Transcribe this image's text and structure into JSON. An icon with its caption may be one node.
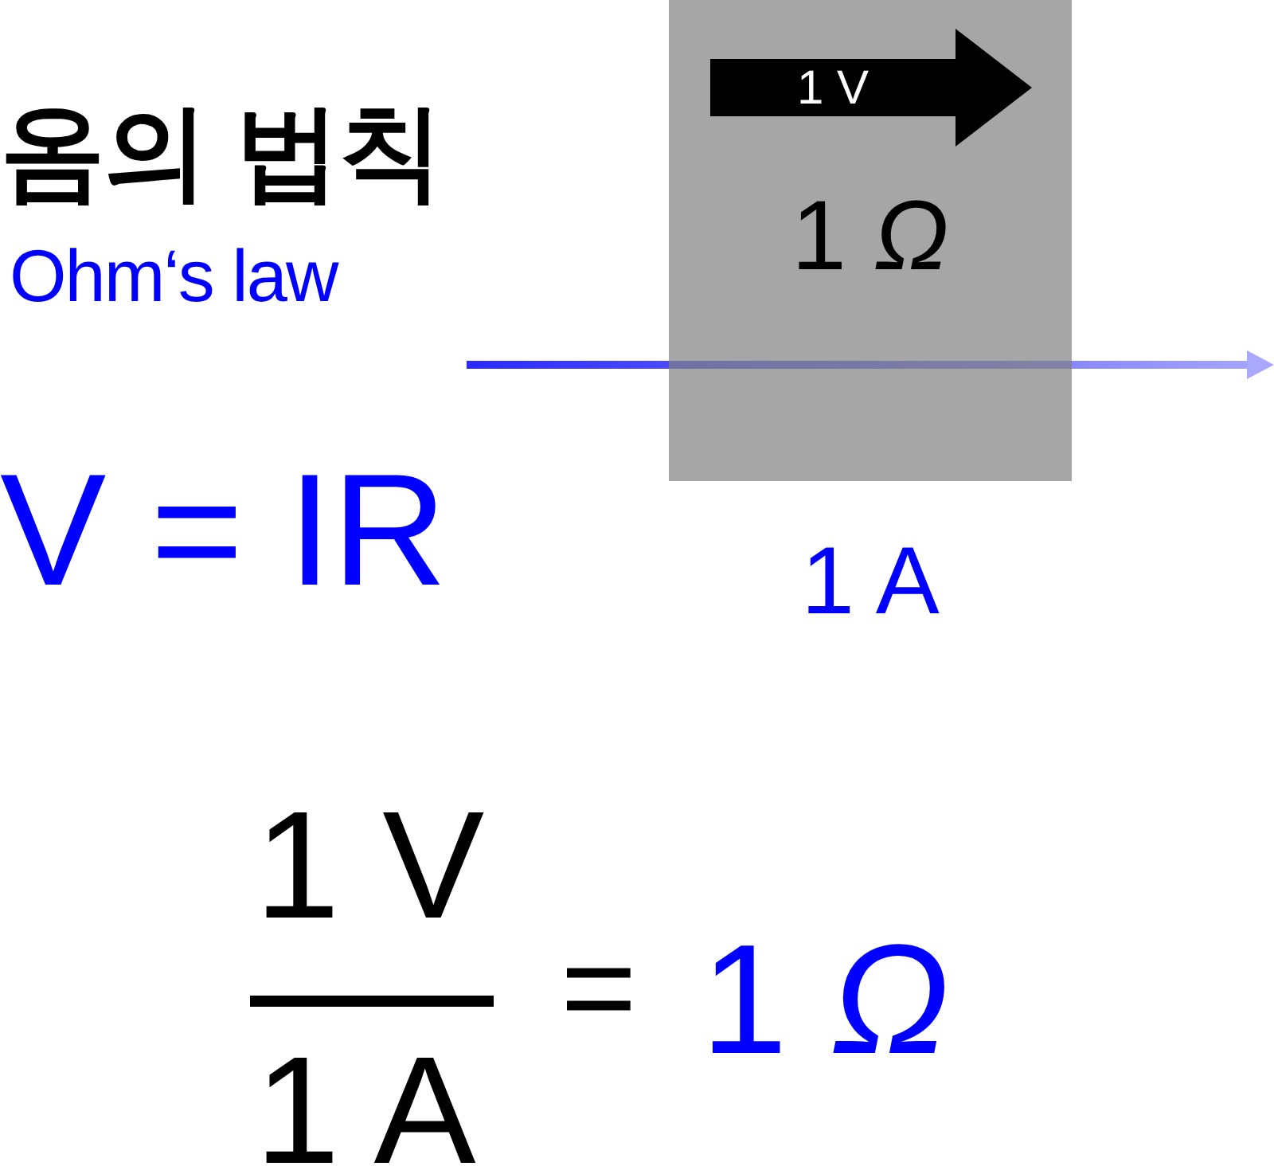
{
  "diagram": {
    "title": "옴의 법칙",
    "nodes": [
      {
        "text": [
          "1 *Ω*"
        ],
        "beside": [
          "1 A"
        ]
      },
      {
        "text": [
          "1 V"
        ],
        "in": 0
      }
    ],
    "labels": [
      "Ohm‘s law",
      "V = IR",
      "1 V",
      "1 A",
      "=",
      "1 *Ω*"
    ]
  }
}
